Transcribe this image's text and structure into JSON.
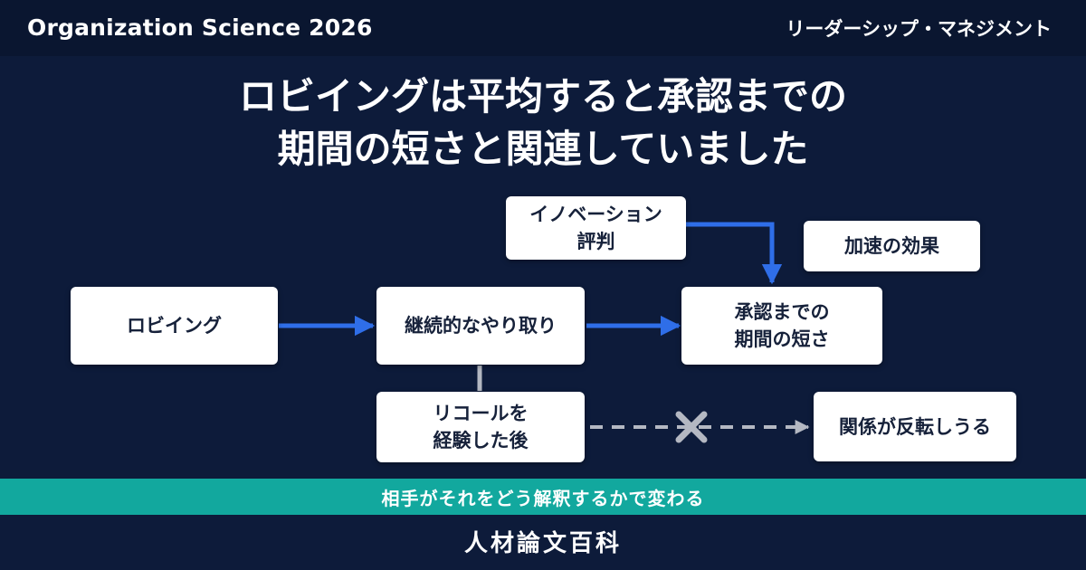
{
  "header": {
    "brand": "Organization Science 2026",
    "category": "リーダーシップ・マネジメント"
  },
  "headline": {
    "line1": "ロビイングは平均すると承認までの",
    "line2": "期間の短さと関連していました"
  },
  "diagram": {
    "nodes": {
      "lobbying": "ロビイング",
      "continued_interaction": "継続的なやり取り",
      "approval_time": "承認までの\n期間の短さ",
      "innovation_reputation": "イノベーション\n評判",
      "acceleration_effect": "加速の効果",
      "after_recall": "リコールを\n経験した後",
      "relationship_reversal": "関係が反転しうる"
    }
  },
  "colors": {
    "background": "#0d1b3a",
    "arrow": "#2f6ee8",
    "dashed_arrow": "#b4b8c2",
    "band": "#12a89e",
    "box": "#ffffff"
  },
  "band_text": "相手がそれをどう解釈するかで変わる",
  "footer_text": "人材論文百科"
}
